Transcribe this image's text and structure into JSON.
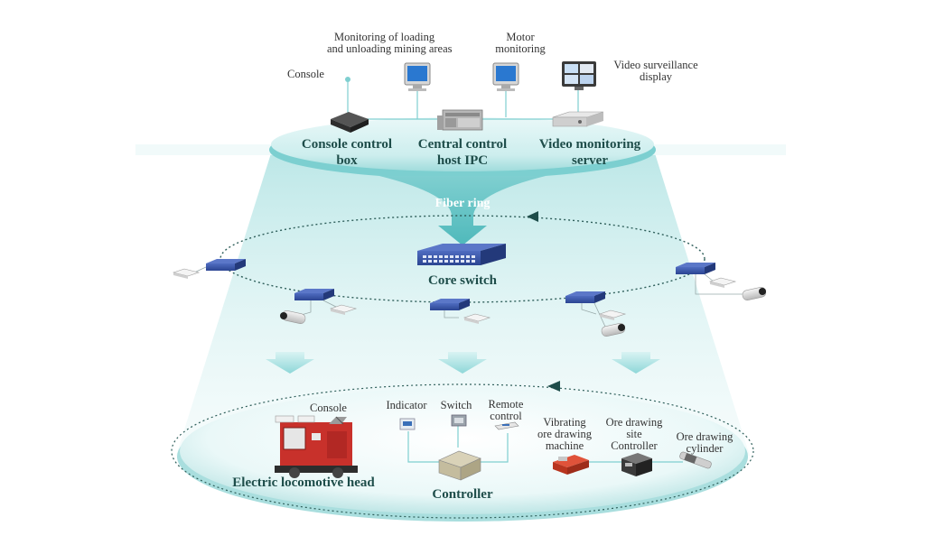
{
  "top_labels": {
    "console": "Console",
    "loading_line1": "Monitoring of  loading",
    "loading_line2": "and unloading mining areas",
    "motor_line1": "Motor",
    "motor_line2": "monitoring",
    "video_line1": "Video surveillance",
    "video_line2": "display"
  },
  "top_nodes": {
    "console_box_line1": "Console control",
    "console_box_line2": "box",
    "central_line1": "Central control",
    "central_line2": "host IPC",
    "video_server_line1": "Video monitoring",
    "video_server_line2": "server"
  },
  "fiber_ring": "Fiber ring",
  "core_switch": "Core switch",
  "bottom": {
    "console": "Console",
    "indicator": "Indicator",
    "switch": "Switch",
    "remote_line1": "Remote",
    "remote_line2": "control",
    "vibrating_line1": "Vibrating",
    "vibrating_line2": "ore  drawing",
    "vibrating_line3": "machine",
    "site_ctrl_line1": "Ore drawing",
    "site_ctrl_line2": "site",
    "site_ctrl_line3": "Controller",
    "cylinder_line1": "Ore drawing",
    "cylinder_line2": "cylinder",
    "locomotive": "Electric locomotive head",
    "controller": "Controller"
  },
  "colors": {
    "teal_dark": "#1e4d4a",
    "teal_light": "#bfeaea",
    "switch_blue": "#3a56a8",
    "locomotive_red": "#c8312b"
  }
}
